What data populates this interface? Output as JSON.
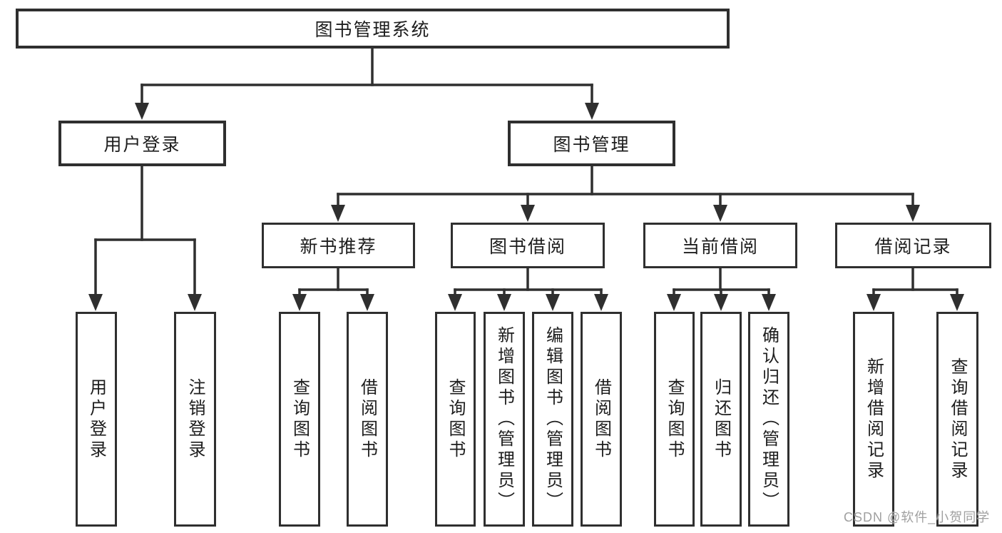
{
  "diagram": {
    "type": "tree",
    "tree": {
      "label": "图书管理系统",
      "children": [
        {
          "label": "用户登录",
          "children": [
            {
              "label": "用户登录"
            },
            {
              "label": "注销登录"
            }
          ]
        },
        {
          "label": "图书管理",
          "children": [
            {
              "label": "新书推荐",
              "children": [
                {
                  "label": "查询图书"
                },
                {
                  "label": "借阅图书"
                }
              ]
            },
            {
              "label": "图书借阅",
              "children": [
                {
                  "label": "查询图书"
                },
                {
                  "label": "新增图书（管理员）"
                },
                {
                  "label": "编辑图书（管理员）"
                },
                {
                  "label": "借阅图书"
                }
              ]
            },
            {
              "label": "当前借阅",
              "children": [
                {
                  "label": "查询图书"
                },
                {
                  "label": "归还图书"
                },
                {
                  "label": "确认归还（管理员）"
                }
              ]
            },
            {
              "label": "借阅记录",
              "children": [
                {
                  "label": "新增借阅记录"
                },
                {
                  "label": "查询借阅记录"
                }
              ]
            }
          ]
        }
      ]
    }
  },
  "watermark": {
    "text": "CSDN @软件_小贺同学"
  },
  "colors": {
    "line": "#2f2f2f",
    "text": "#1d1d1d",
    "background": "#ffffff",
    "watermark": "#a0a0a0"
  }
}
